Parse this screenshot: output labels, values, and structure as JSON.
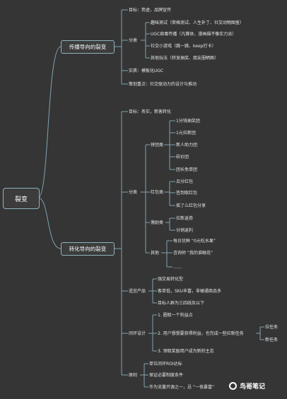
{
  "root": "裂变",
  "branch1": {
    "title": "传播导向的裂变",
    "goal": "目标：势虚，品牌宣传",
    "category": "分类",
    "items": [
      "趣味测试（荣格测试、人生补丁、社交动物图鉴）",
      "UGC病毒传播（凡赛体，漫画描不像实力派）",
      "社交小游戏（跳一跳、keep打卡）",
      "其他玩法（转发抽奖、朋友圈晒图）"
    ],
    "essence": "实质：模板化UGC",
    "focus": "策划重点：社交驱动力的设计与推动"
  },
  "branch2": {
    "title": "转化导向的裂变",
    "goal": "目标：务实，新客转化",
    "category": "分类",
    "groups": {
      "pintuan": {
        "label": "拼团类",
        "items": [
          "1分钱抽奖团",
          "1元拉新团",
          "新人助力团",
          "砍价团",
          "团长免单团"
        ]
      },
      "hongbao": {
        "label": "红包类",
        "items": [
          "瓜分红包",
          "签到取红包",
          "摇了么红包分享"
        ]
      },
      "jiangli": {
        "label": "激励类",
        "items": [
          "拉新返券",
          "分销返利"
        ]
      },
      "qita": {
        "label": "其他",
        "items": [
          "每日优鲜 “0元吃水果”",
          "咨询师 “我的谁眼花”",
          "……"
        ]
      }
    },
    "products": {
      "label": "适宜产品",
      "items": [
        "强交易转化型",
        "客单低，SKU丰富，非硬通商品多",
        "目标人群为三四线及以下"
      ]
    },
    "loop": {
      "label": "闭环设计",
      "steps": [
        "1. 圈取一个利益点",
        "2. 用户想想要获得利益，也完成一些拉新任务",
        "3. 领取奖励用户成为新的主志"
      ],
      "tasks": [
        "拉任务",
        "新任务"
      ]
    },
    "principles": {
      "label": "原则",
      "items": [
        "单位闭环ROI达标",
        "保证必要制度条件",
        "作为流量开源之一，忌 “一夜暴富”"
      ]
    }
  },
  "watermark": "鸟哥笔记"
}
